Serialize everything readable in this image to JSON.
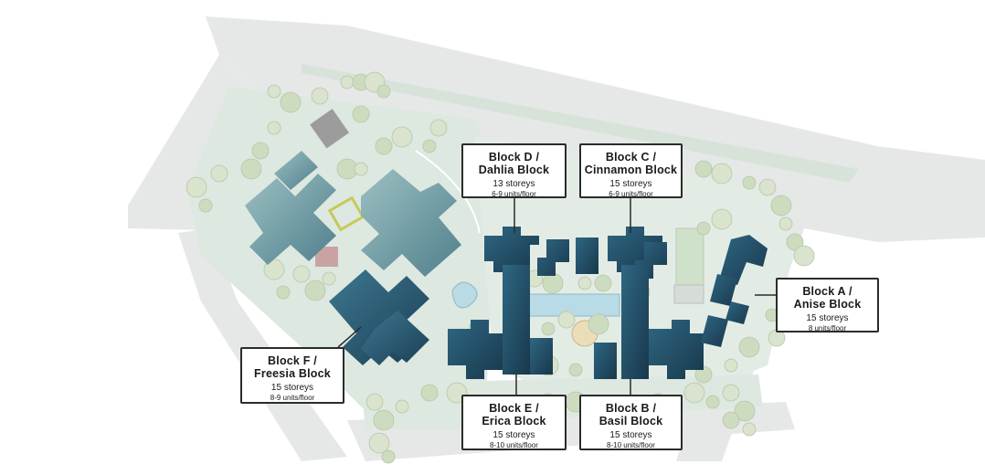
{
  "colors": {
    "background": "#ffffff",
    "road": "#e4e6e6",
    "lawn": "#dfe9e2",
    "tree": "#cfdcc4",
    "tower_dark": "#1f4258",
    "tower_mid": "#2e5e78",
    "block_f_light": "#6f9ca3",
    "pool": "#b9dbe6",
    "callout_border": "#2b2b2b"
  },
  "blocks": [
    {
      "id": "D",
      "line1": "Block D /",
      "line2": "Dahlia Block",
      "storeys": "13 storeys",
      "units": "6-9 units/floor"
    },
    {
      "id": "C",
      "line1": "Block C /",
      "line2": "Cinnamon Block",
      "storeys": "15 storeys",
      "units": "6-9 units/floor"
    },
    {
      "id": "A",
      "line1": "Block A /",
      "line2": "Anise Block",
      "storeys": "15 storeys",
      "units": "8 units/floor"
    },
    {
      "id": "F",
      "line1": "Block F /",
      "line2": "Freesia Block",
      "storeys": "15 storeys",
      "units": "8-9 units/floor"
    },
    {
      "id": "E",
      "line1": "Block E /",
      "line2": "Erica Block",
      "storeys": "15 storeys",
      "units": "8-10 units/floor"
    },
    {
      "id": "B",
      "line1": "Block B /",
      "line2": "Basil Block",
      "storeys": "15 storeys",
      "units": "8-10 units/floor"
    }
  ]
}
